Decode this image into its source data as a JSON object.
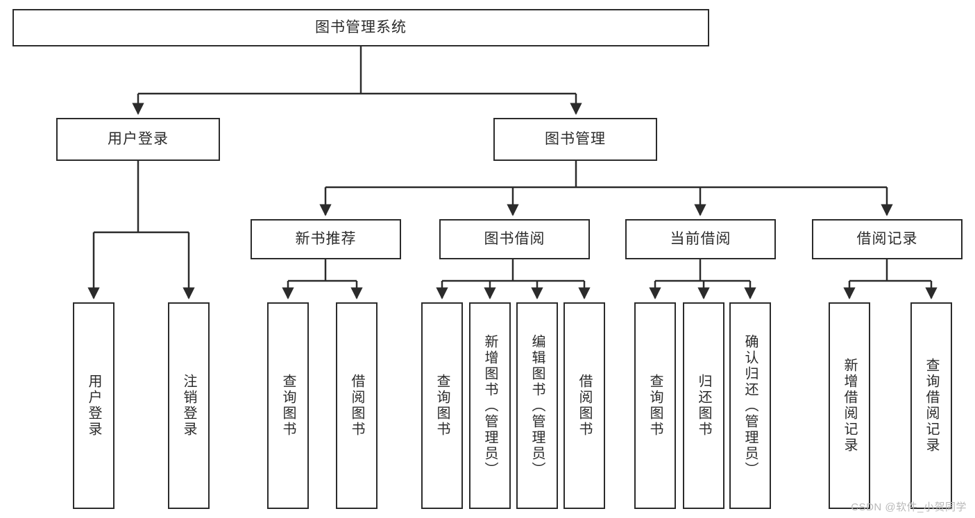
{
  "diagram": {
    "title": "图书管理系统",
    "root": {
      "label": "图书管理系统"
    },
    "level1": [
      {
        "label": "用户登录"
      },
      {
        "label": "图书管理"
      }
    ],
    "level2": [
      {
        "label": "新书推荐"
      },
      {
        "label": "图书借阅"
      },
      {
        "label": "当前借阅"
      },
      {
        "label": "借阅记录"
      }
    ],
    "leaves": {
      "user_login": [
        {
          "label": "用户登录"
        },
        {
          "label": "注销登录"
        }
      ],
      "new_book": [
        {
          "label": "查询图书"
        },
        {
          "label": "借阅图书"
        }
      ],
      "book_borrow": [
        {
          "label": "查询图书"
        },
        {
          "label": "新增图书（管理员）"
        },
        {
          "label": "编辑图书（管理员）"
        },
        {
          "label": "借阅图书"
        }
      ],
      "current_borrow": [
        {
          "label": "查询图书"
        },
        {
          "label": "归还图书"
        },
        {
          "label": "确认归还（管理员）"
        }
      ],
      "borrow_record": [
        {
          "label": "新增借阅记录"
        },
        {
          "label": "查询借阅记录"
        }
      ]
    }
  },
  "watermark": {
    "text": "CSDN @软件_小贺同学"
  },
  "colors": {
    "stroke": "#2b2b2b",
    "fill": "#ffffff",
    "text": "#2b2b2b",
    "watermark": "#b9b9b9"
  }
}
